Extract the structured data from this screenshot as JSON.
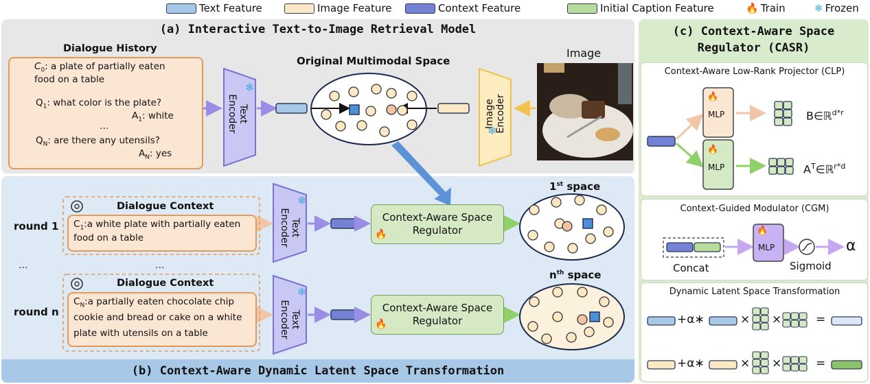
{
  "legend": {
    "text_feature": "Text Feature",
    "image_feature": "Image Feature",
    "context_feature": "Context Feature",
    "initial_caption_feature": "Initial Caption Feature",
    "train": "Train",
    "frozen": "Frozen"
  },
  "colors": {
    "text_feature": "#a8c8e8",
    "image_feature": "#fbe8c4",
    "context_feature": "#7482d6",
    "initial_caption_feature": "#b7dc9c",
    "panel_a_bg": "#e7e7e7",
    "panel_b_bg": "#dde9f4",
    "panel_c_bg": "#d9ebcd",
    "orange_box": "#fbe6d4",
    "green_box": "#d5e9c4",
    "encoder_text": "#c9c7f3",
    "encoder_image": "#fcecc0"
  },
  "panel_a": {
    "title": "(a)  Interactive Text-to-Image Retrieval Model",
    "dialogue_history_label": "Dialogue History",
    "c0": "C",
    "c0_sub": "0",
    "c0_text_1": ": a plate of partially eaten",
    "c0_text_2": "food on a table",
    "q1": "Q",
    "q1_sub": "1",
    "q1_text": ": what color is the plate?",
    "a1": "A",
    "a1_sub": "1",
    "a1_text": ": white",
    "ellipsis": "…",
    "qn": "Q",
    "qn_sub": "N",
    "qn_text": ": are there any utensils?",
    "an": "A",
    "an_sub": "N",
    "an_text": ": yes",
    "text_encoder": "Text\nEncoder",
    "image_encoder": "Image\nEncoder",
    "space_label": "Original Multimodal Space",
    "image_label": "Image"
  },
  "panel_b": {
    "title": "(b)  Context-Aware Dynamic Latent Space Transformation",
    "round1_label": "round 1",
    "roundn_label": "round n",
    "ellipsis_left": "…",
    "ellipsis_mid": "…",
    "dialogue_context": "Dialogue Context",
    "c1": "C",
    "c1_sub": "1",
    "c1_text_1": ":a white plate with partially eaten",
    "c1_text_2": "food on a table",
    "cn": "C",
    "cn_sub": "N",
    "cn_text_1": ":a partially eaten chocolate chip",
    "cn_text_2": "cookie and bread or cake on a white",
    "cn_text_3": "plate with utensils on a table",
    "text_encoder": "Text\nEncoder",
    "regulator": "Context-Aware Space\nRegulator",
    "space1_num": "1",
    "space1_sup": "st",
    "space1_word": " space",
    "spacen_num": "n",
    "spacen_sup": "th",
    "spacen_word": " space"
  },
  "panel_c": {
    "title_1": "(c)  Context-Aware Space",
    "title_2": "Regulator (CASR)",
    "clp_title": "Context-Aware Low-Rank Projector (CLP)",
    "mlp": "MLP",
    "b_matrix": "B∈ℝ",
    "b_sup": "d*r",
    "a_matrix": "A",
    "a_sup_t": "T",
    "a_in": "∈ℝ",
    "a_sup": "r*d",
    "cgm_title": "Context-Guided Modulator (CGM)",
    "concat": "Concat",
    "sigmoid": "Sigmoid",
    "alpha": "α",
    "dlst_title": "Dynamic Latent Space Transformation",
    "plus_alpha": "+α∗",
    "times": "×",
    "equals": "="
  }
}
